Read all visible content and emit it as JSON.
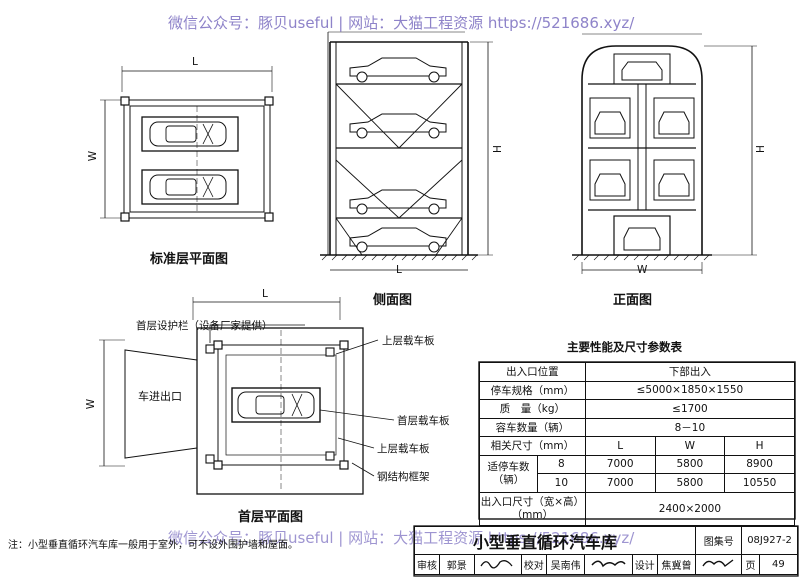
{
  "watermark": {
    "top": "微信公众号：豚贝useful | 网站：大猫工程资源 https://521686.xyz/",
    "bottom": "微信公众号：豚贝useful | 网站：大猫工程资源 https://521686.xyz/"
  },
  "drawings": {
    "standard_plan": {
      "caption": "标准层平面图",
      "dim_L": "L",
      "dim_W": "W"
    },
    "side_view": {
      "caption": "侧面图",
      "dim_L": "L",
      "dim_H": "H"
    },
    "front_view": {
      "caption": "正面图",
      "dim_W": "W",
      "dim_H": "H"
    },
    "ground_plan": {
      "caption": "首层平面图",
      "dim_L": "L",
      "dim_W": "W",
      "entrance": "车进出口",
      "callouts": [
        "首层设护栏（设备厂家提供）",
        "上层载车板",
        "首层载车板",
        "上层载车板",
        "钢结构框架"
      ]
    }
  },
  "spec_table": {
    "title": "主要性能及尺寸参数表",
    "rows": [
      {
        "label": "出入口位置",
        "value": "下部出入"
      },
      {
        "label": "停车规格（mm）",
        "value": "≤5000×1850×1550"
      },
      {
        "label": "质　量（kg）",
        "value": "≤1700"
      },
      {
        "label": "容车数量（辆）",
        "value": "8－10"
      }
    ],
    "dim_header": {
      "label": "相关尺寸（mm）",
      "cols": [
        "L",
        "W",
        "H"
      ]
    },
    "group_label": "适停车数（辆）",
    "group_rows": [
      {
        "count": "8",
        "L": "7000",
        "W": "5800",
        "H": "8900"
      },
      {
        "count": "10",
        "L": "7000",
        "W": "5800",
        "H": "10550"
      }
    ],
    "opening": {
      "label": "出入口尺寸（宽×高）（mm）",
      "value": "2400×2000"
    }
  },
  "note": "注：小型垂直循环汽车库一般用于室外，可不设外围护墙和屋面。",
  "title_block": {
    "title": "小型垂直循环汽车库",
    "atlas_label": "图集号",
    "atlas_no": "08J927-2",
    "page_label": "页",
    "page_no": "49",
    "review_label": "审核",
    "reviewer": "郭景",
    "check_label": "校对",
    "checker": "吴南伟",
    "design_label": "设计",
    "designer": "焦冀曾"
  }
}
